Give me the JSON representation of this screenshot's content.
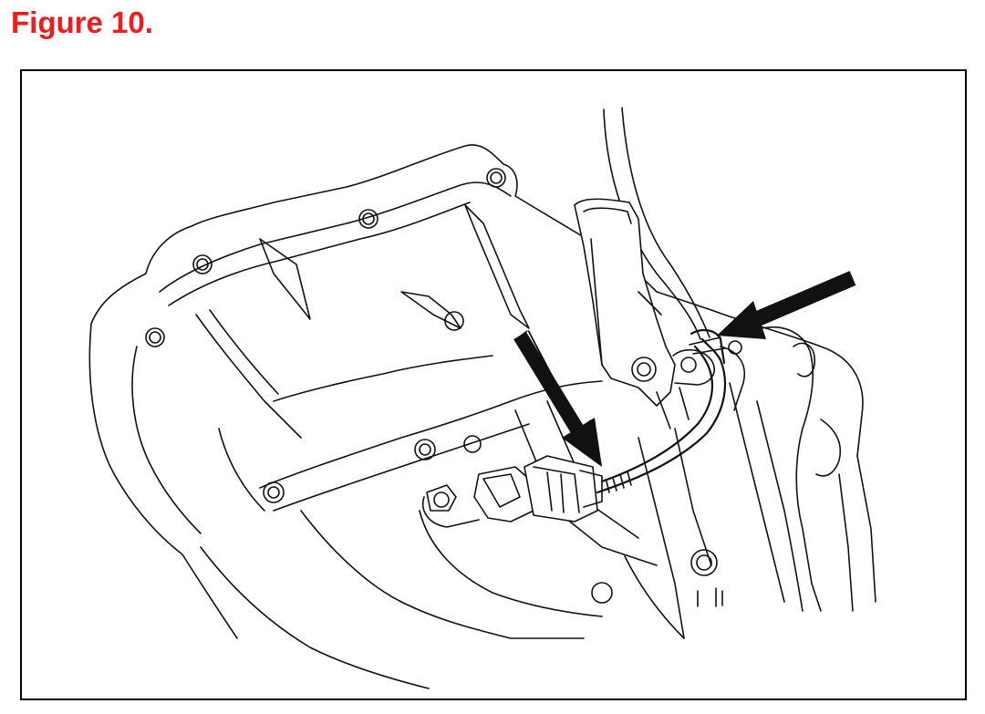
{
  "figure": {
    "title": "Figure 10.",
    "title_color": "#ee1c1c"
  },
  "illustration": {
    "subject": "transmission-housing-with-sensor-connector",
    "arrows": [
      "arrow-to-connector",
      "arrow-to-harness-clamp"
    ]
  }
}
